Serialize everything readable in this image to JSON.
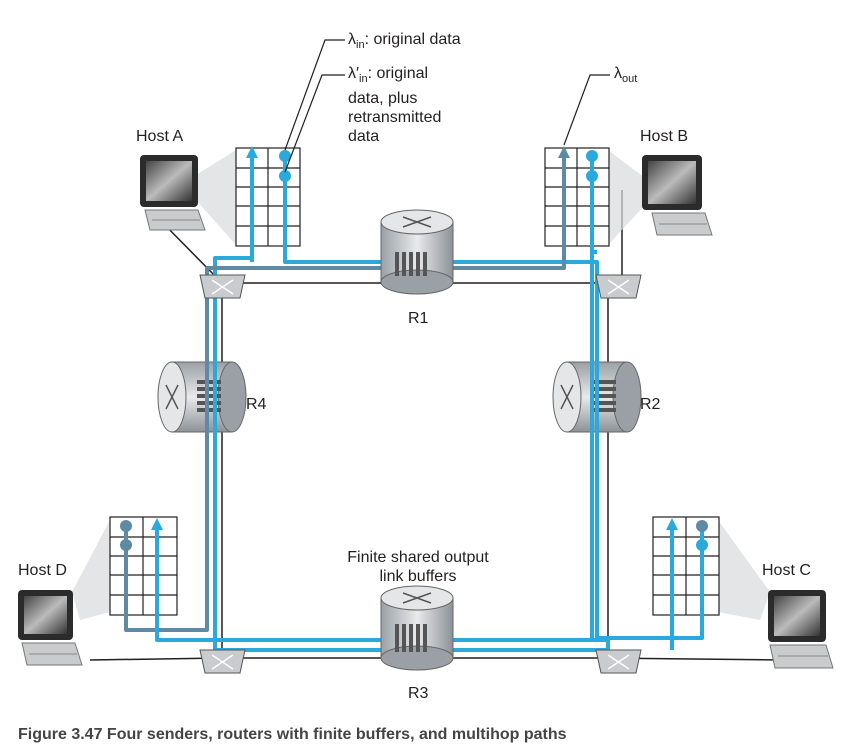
{
  "hosts": [
    {
      "id": "A",
      "label": "Host A"
    },
    {
      "id": "B",
      "label": "Host B"
    },
    {
      "id": "C",
      "label": "Host C"
    },
    {
      "id": "D",
      "label": "Host D"
    }
  ],
  "routers": [
    {
      "id": "R1",
      "label": "R1"
    },
    {
      "id": "R2",
      "label": "R2"
    },
    {
      "id": "R3",
      "label": "R3"
    },
    {
      "id": "R4",
      "label": "R4"
    }
  ],
  "annotations": {
    "lambda_in": {
      "symbol": "λ",
      "sub": "in",
      "text": ": original data"
    },
    "lambda_in_prime": {
      "symbol": "λ′",
      "sub": "in",
      "text": ": original",
      "line2": "data, plus",
      "line3": "retransmitted",
      "line4": "data"
    },
    "lambda_out": {
      "symbol": "λ",
      "sub": "out",
      "text": ""
    },
    "buffers": {
      "line1": "Finite shared output",
      "line2": "link buffers"
    }
  },
  "caption": "Figure 3.47 Four senders, routers with finite buffers, and multihop paths",
  "colors": {
    "light_path": "#29a9dc",
    "dark_path": "#5e8aa3",
    "link": "#231f20",
    "router": "#cfd3d6"
  }
}
